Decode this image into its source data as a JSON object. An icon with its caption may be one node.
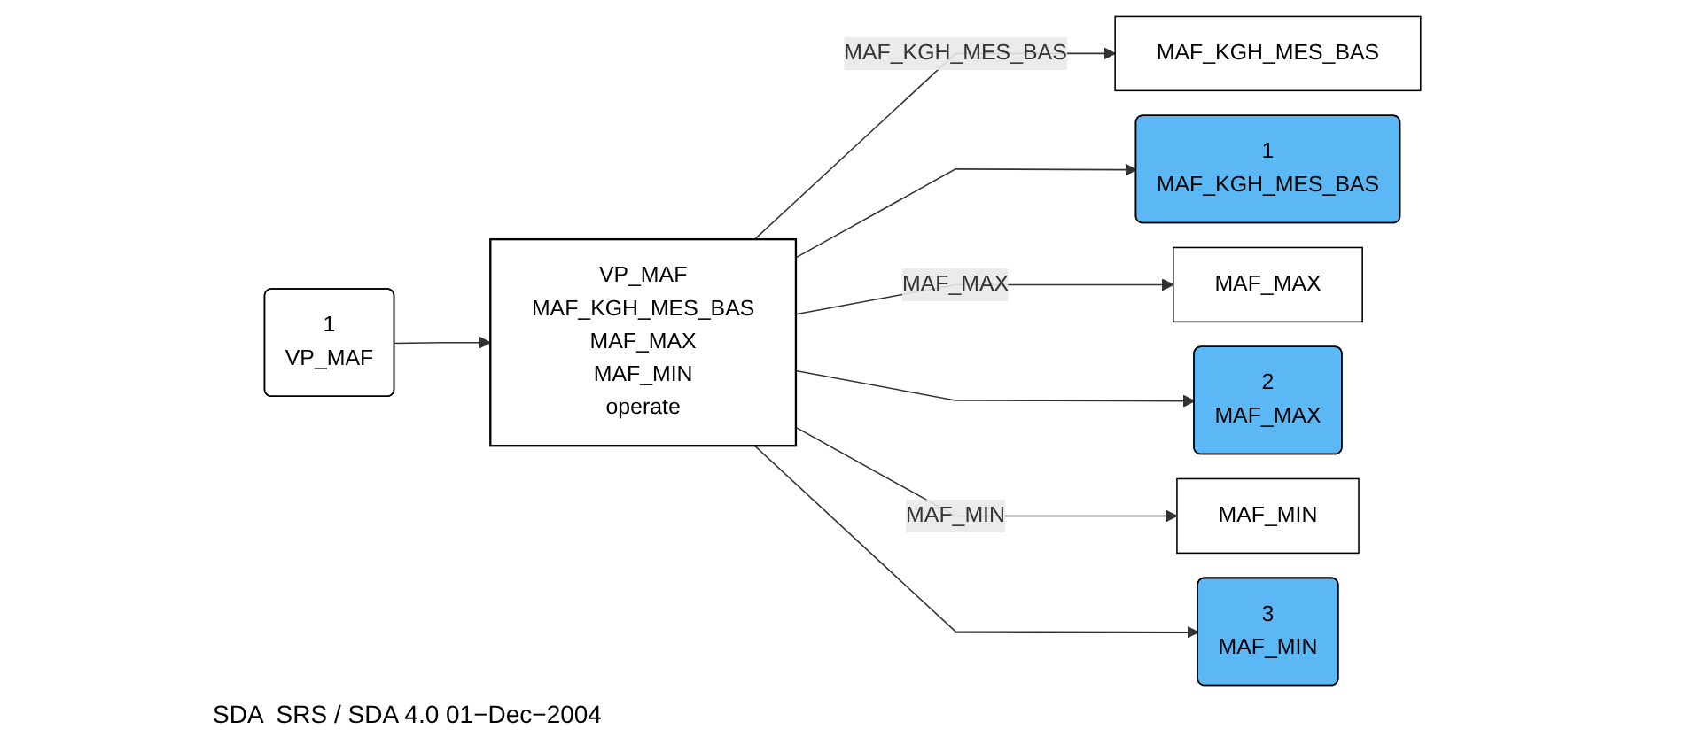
{
  "diagram": {
    "nodes": [
      {
        "text": [
          "1",
          "VP_MAF"
        ]
      },
      {
        "text": [
          "VP_MAF",
          "MAF_KGH_MES_BAS",
          "MAF_MAX",
          "MAF_MIN",
          "operate"
        ]
      },
      {
        "text": [
          "MAF_KGH_MES_BAS"
        ]
      },
      {
        "text": [
          "1",
          "MAF_KGH_MES_BAS"
        ]
      },
      {
        "text": [
          "MAF_MAX"
        ]
      },
      {
        "text": [
          "2",
          "MAF_MAX"
        ]
      },
      {
        "text": [
          "MAF_MIN"
        ]
      },
      {
        "text": [
          "3",
          "MAF_MIN"
        ]
      }
    ],
    "edges": [
      {
        "from": 0,
        "to": 1,
        "arrow": "to"
      },
      {
        "from": 1,
        "to": 2,
        "arrow": "to",
        "label": "MAF_KGH_MES_BAS"
      },
      {
        "from": 1,
        "to": 3,
        "arrow": "to"
      },
      {
        "from": 1,
        "to": 4,
        "arrow": "to",
        "label": "MAF_MAX"
      },
      {
        "from": 1,
        "to": 5,
        "arrow": "to"
      },
      {
        "from": 1,
        "to": 6,
        "arrow": "to",
        "label": "MAF_MIN"
      },
      {
        "from": 1,
        "to": 7,
        "arrow": "to"
      }
    ],
    "labels": [
      "SDA  SRS / SDA 4.0 01−Dec−2004"
    ]
  }
}
